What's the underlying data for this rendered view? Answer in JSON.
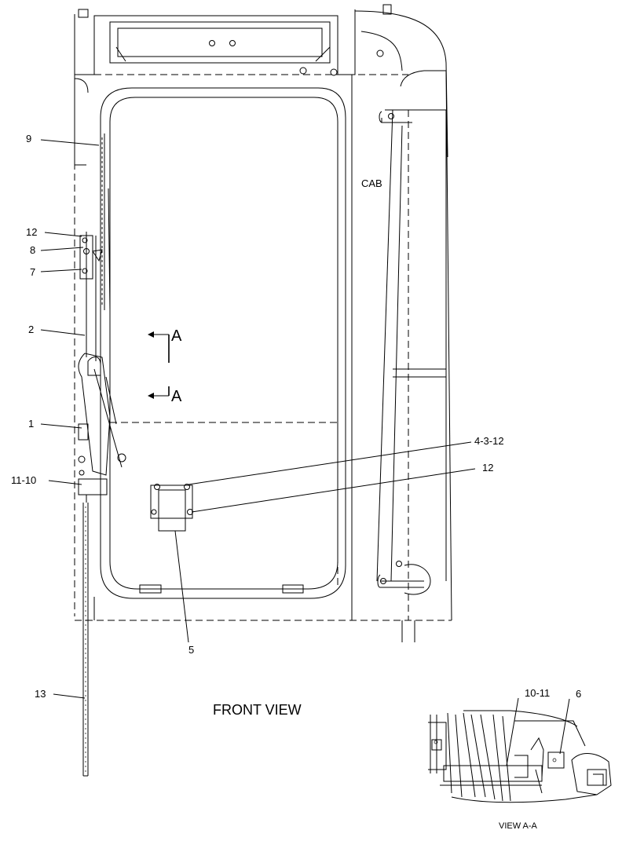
{
  "callouts": {
    "c9": "9",
    "c12a": "12",
    "c8": "8",
    "c7": "7",
    "c2": "2",
    "c1": "1",
    "c11_10": "11-10",
    "c13": "13",
    "c4_3_12": "4-3-12",
    "c12b": "12",
    "c5": "5",
    "c10_11": "10-11",
    "c6": "6"
  },
  "labels": {
    "cab": "CAB",
    "section_top": "A",
    "section_bottom": "A",
    "front_view": "FRONT VIEW",
    "view_aa": "VIEW A-A"
  }
}
